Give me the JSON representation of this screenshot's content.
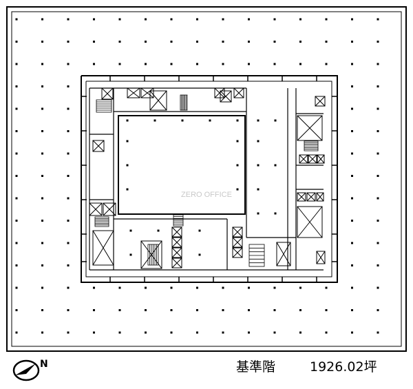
{
  "floor_name": "基準階",
  "floor_area": "1926.02坪",
  "watermark": "ZERO OFFICE",
  "compass": {
    "icon": "north-arrow-icon",
    "letter": "N"
  },
  "colors": {
    "ink": "#000000",
    "watermark": "#c8c8c8",
    "background": "#ffffff"
  }
}
